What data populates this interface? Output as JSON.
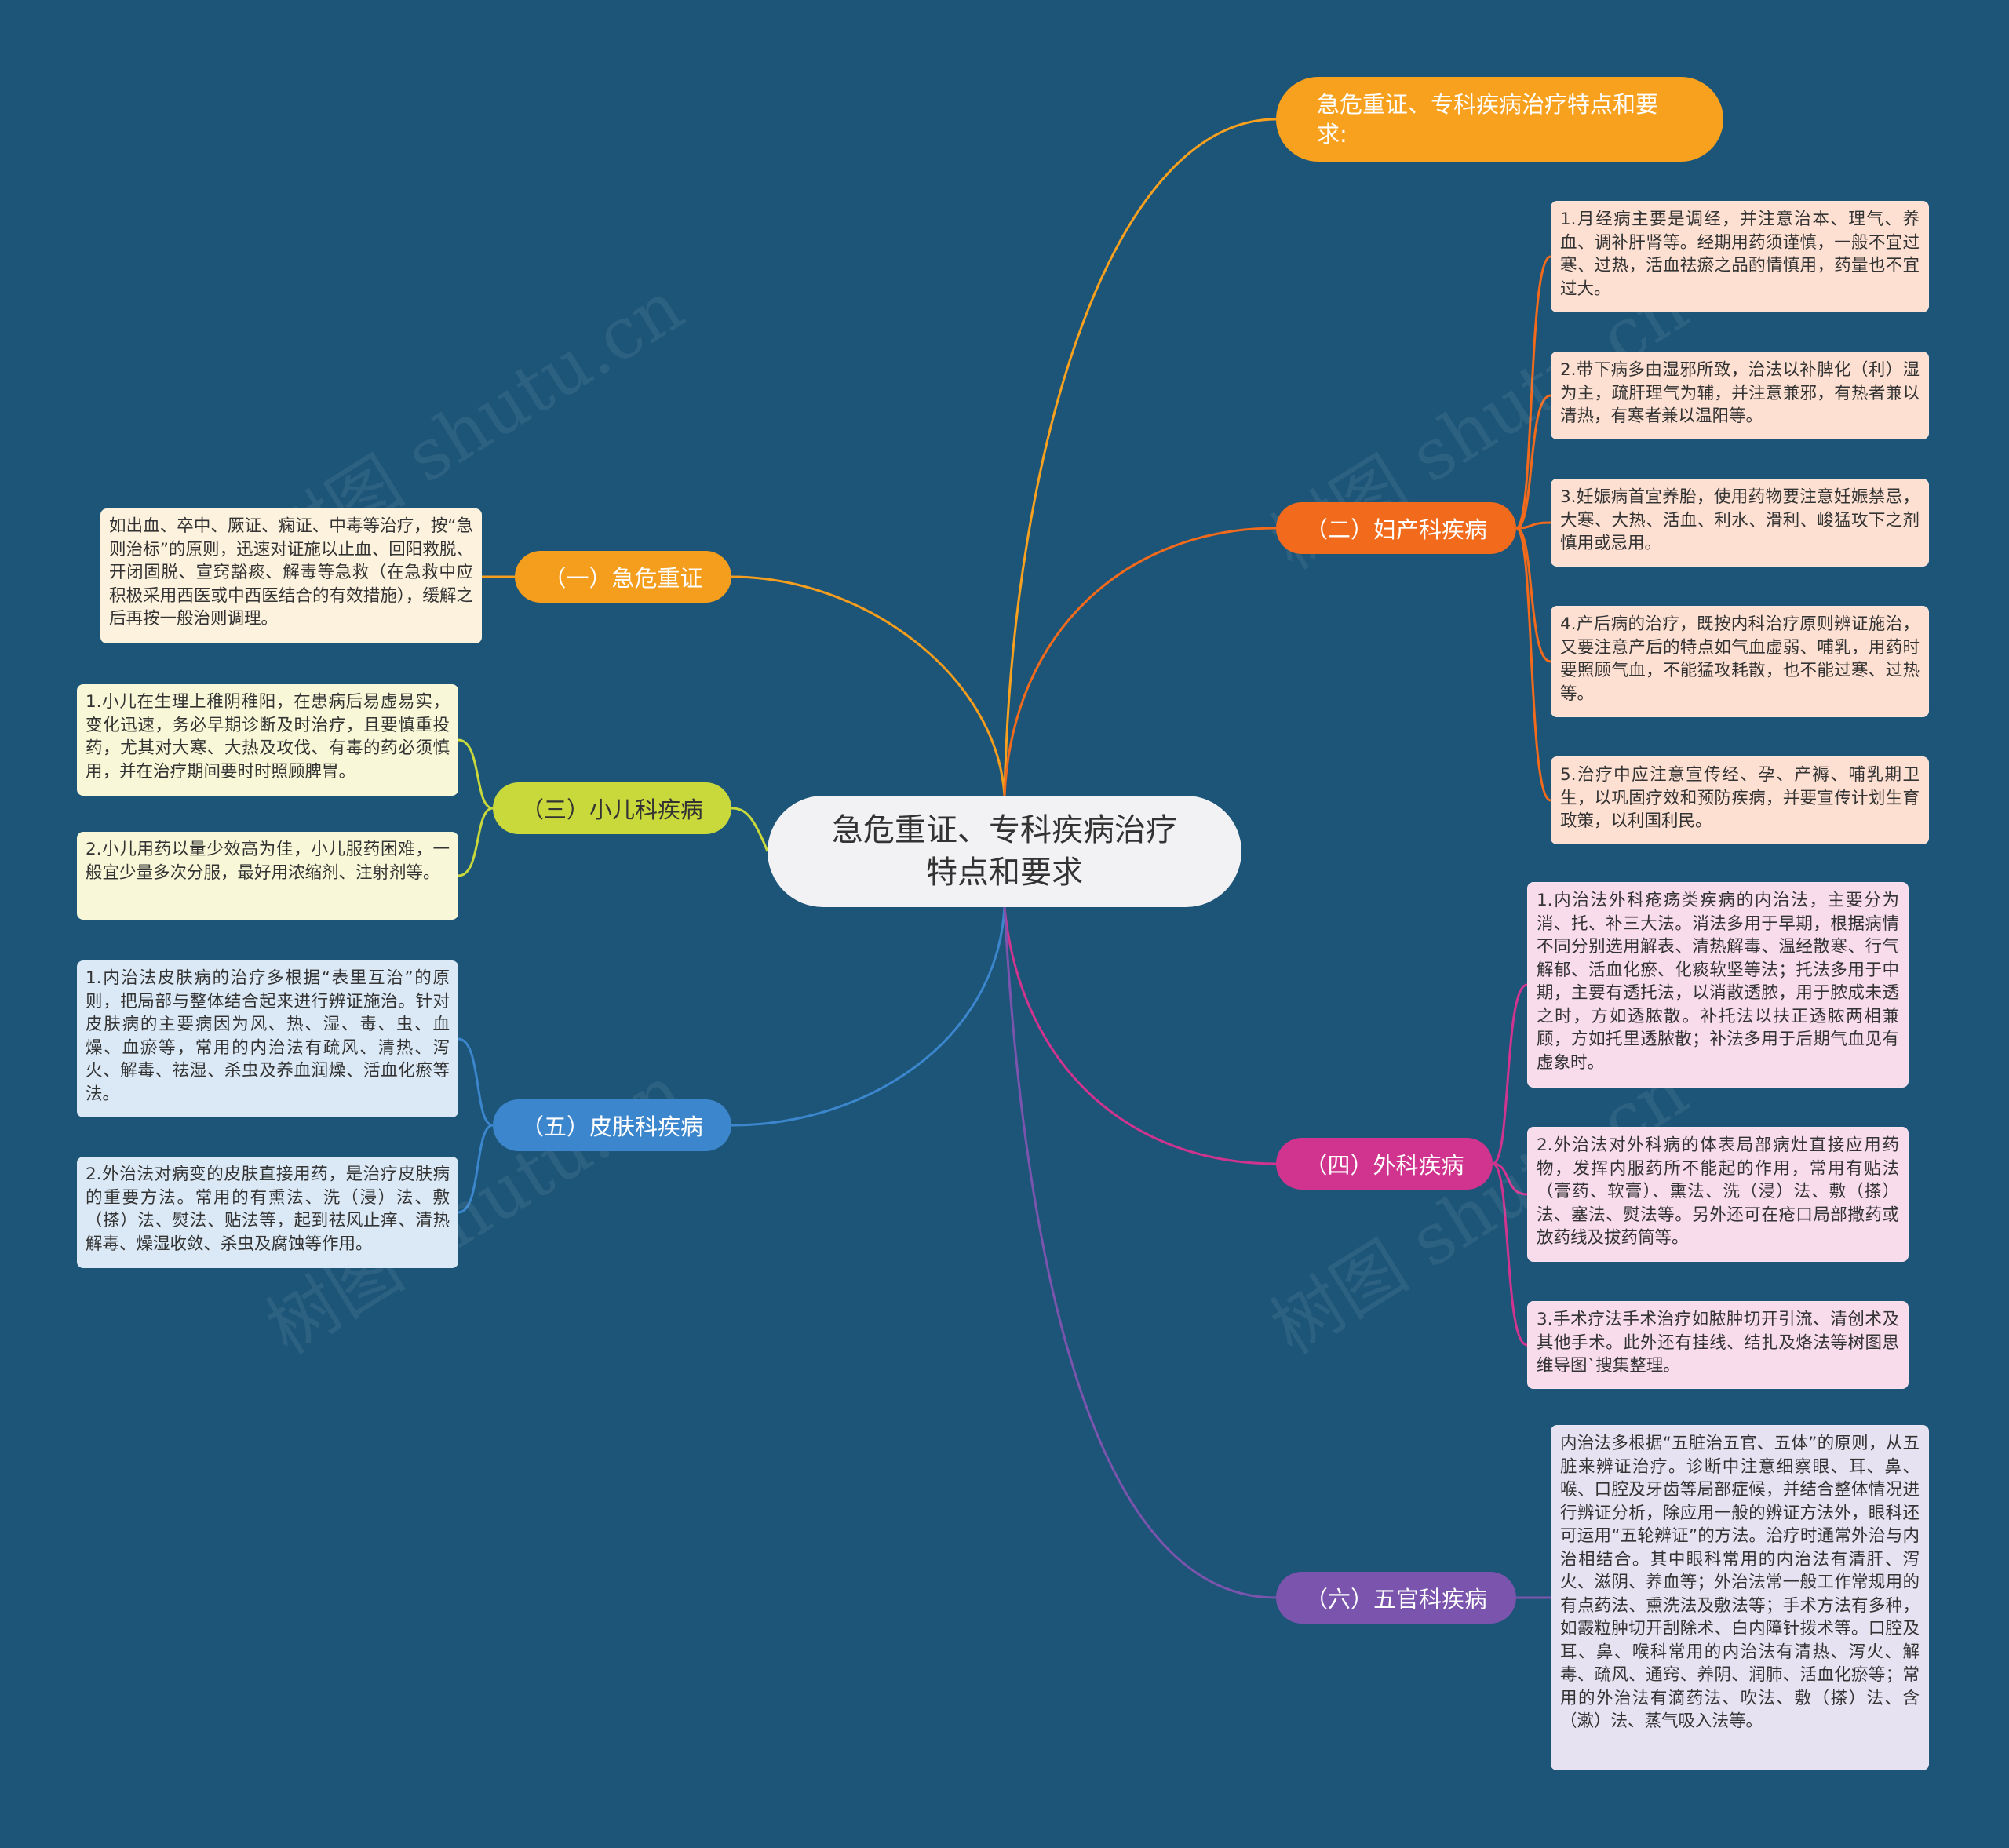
{
  "central": {
    "text": "急危重证、专科疾病治疗\n特点和要求"
  },
  "top_node": {
    "text": "急危重证、专科疾病治疗特点和要求:",
    "color": "#f8a11f"
  },
  "watermark": "树图 shutu.cn",
  "branches": [
    {
      "id": "b1",
      "label": "（一）急危重证",
      "color": "#f59d1d",
      "box_bg": "#fdf2de",
      "items": [
        "如出血、卒中、厥证、痫证、中毒等治疗，按“急则治标”的原则，迅速对证施以止血、回阳救脱、开闭固脱、宣窍豁痰、解毒等急救（在急救中应积极采用西医或中西医结合的有效措施），缓解之后再按一般治则调理。"
      ]
    },
    {
      "id": "b2",
      "label": "（二）妇产科疾病",
      "color": "#f26a1b",
      "box_bg": "#fde0d2",
      "items": [
        "1.月经病主要是调经，并注意治本、理气、养血、调补肝肾等。经期用药须谨慎，一般不宜过寒、过热，活血祛瘀之品酌情慎用，药量也不宜过大。",
        "2.带下病多由湿邪所致，治法以补脾化（利）湿为主，疏肝理气为辅，并注意兼邪，有热者兼以清热，有寒者兼以温阳等。",
        "3.妊娠病首宜养胎，使用药物要注意妊娠禁忌，大寒、大热、活血、利水、滑利、峻猛攻下之剂慎用或忌用。",
        "4.产后病的治疗，既按内科治疗原则辨证施治，又要注意产后的特点如气血虚弱、哺乳，用药时要照顾气血，不能猛攻耗散，也不能过寒、过热等。",
        "5.治疗中应注意宣传经、孕、产褥、哺乳期卫生，以巩固疗效和预防疾病，并要宣传计划生育政策，以利国利民。"
      ]
    },
    {
      "id": "b3",
      "label": "（三）小儿科疾病",
      "color": "#c9d93b",
      "box_bg": "#f8f8d8",
      "items": [
        "1.小儿在生理上稚阴稚阳，在患病后易虚易实，变化迅速，务必早期诊断及时治疗，且要慎重投药，尤其对大寒、大热及攻伐、有毒的药必须慎用，并在治疗期间要时时照顾脾胃。",
        "2.小儿用药以量少效高为佳，小儿服药困难，一般宜少量多次分服，最好用浓缩剂、注射剂等。"
      ]
    },
    {
      "id": "b4",
      "label": "（四）外科疾病",
      "color": "#d0348f",
      "box_bg": "#f9dcec",
      "items": [
        "1.内治法外科疮疡类疾病的内治法，主要分为消、托、补三大法。消法多用于早期，根据病情不同分别选用解表、清热解毒、温经散寒、行气解郁、活血化瘀、化痰软坚等法；托法多用于中期，主要有透托法，以消散透脓，用于脓成未透之时，方如透脓散。补托法以扶正透脓两相兼顾，方如托里透脓散；补法多用于后期气血见有虚象时。",
        "2.外治法对外科病的体表局部病灶直接应用药物，发挥内服药所不能起的作用，常用有贴法（膏药、软膏）、熏法、洗（浸）法、敷（搽）法、塞法、熨法等。另外还可在疮口局部撒药或放药线及拔药筒等。",
        "3.手术疗法手术治疗如脓肿切开引流、清创术及其他手术。此外还有挂线、结扎及烙法等树图思维导图`搜集整理。"
      ]
    },
    {
      "id": "b5",
      "label": "（五）皮肤科疾病",
      "color": "#3b86cc",
      "box_bg": "#dbe9f6",
      "items": [
        "1.内治法皮肤病的治疗多根据“表里互治”的原则，把局部与整体结合起来进行辨证施治。针对皮肤病的主要病因为风、热、湿、毒、虫、血燥、血瘀等，常用的内治法有疏风、清热、泻火、解毒、祛湿、杀虫及养血润燥、活血化瘀等法。",
        "2.外治法对病变的皮肤直接用药，是治疗皮肤病的重要方法。常用的有熏法、洗（浸）法、敷（搽）法、熨法、贴法等，起到祛风止痒、清热解毒、燥湿收敛、杀虫及腐蚀等作用。"
      ]
    },
    {
      "id": "b6",
      "label": "（六）五官科疾病",
      "color": "#7a54ad",
      "box_bg": "#e6e2f1",
      "items": [
        "内治法多根据“五脏治五官、五体”的原则，从五脏来辨证治疗。诊断中注意细察眼、耳、鼻、喉、口腔及牙齿等局部症候，并结合整体情况进行辨证分析，除应用一般的辨证方法外，眼科还可运用“五轮辨证”的方法。治疗时通常外治与内治相结合。其中眼科常用的内治法有清肝、泻火、滋阴、养血等；外治法常一般工作常规用的有点药法、熏洗法及敷法等；手术方法有多种，如霰粒肿切开刮除术、白内障针拨术等。口腔及耳、鼻、喉科常用的内治法有清热、泻火、解毒、疏风、通窍、养阴、润肺、活血化瘀等；常用的外治法有滴药法、吹法、敷（搽）法、含（漱）法、蒸气吸入法等。"
      ]
    }
  ]
}
